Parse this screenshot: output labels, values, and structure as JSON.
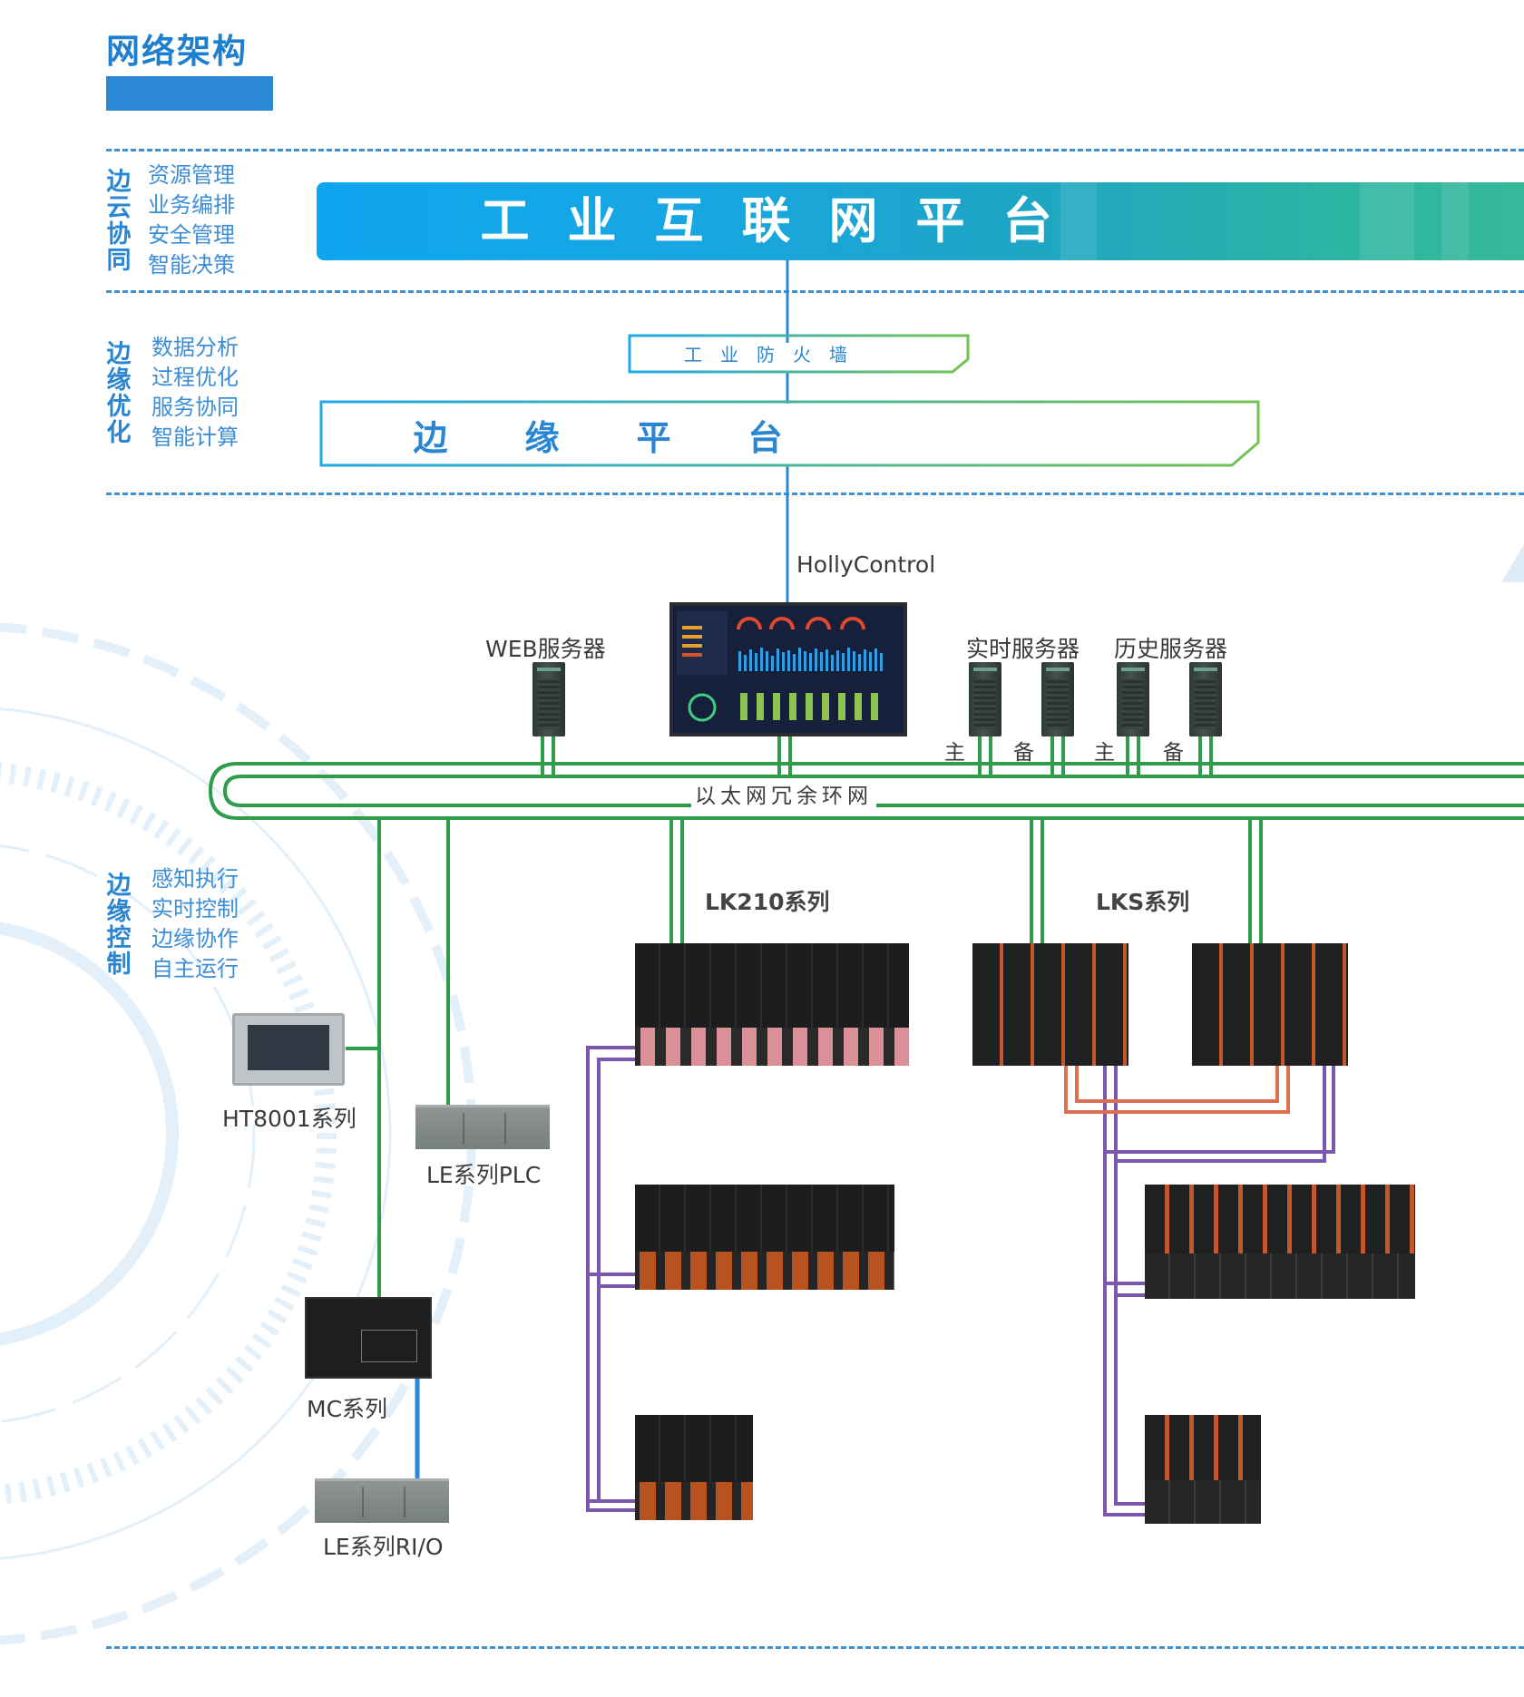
{
  "page": {
    "title": "网络架构"
  },
  "sections": [
    {
      "id": "cloud",
      "vertical_label": "边云协同",
      "items": [
        "资源管理",
        "业务编排",
        "安全管理",
        "智能决策"
      ]
    },
    {
      "id": "edge-opt",
      "vertical_label": "边缘优化",
      "items": [
        "数据分析",
        "过程优化",
        "服务协同",
        "智能计算"
      ]
    },
    {
      "id": "edge-ctrl",
      "vertical_label": "边缘控制",
      "items": [
        "感知执行",
        "实时控制",
        "边缘协作",
        "自主运行"
      ]
    }
  ],
  "platforms": {
    "industrial_internet": "工业互联网平台",
    "firewall": "工业防火墙",
    "edge_platform": "边缘平台"
  },
  "devices": {
    "hollycontrol": "HollyControl",
    "web_server": "WEB服务器",
    "realtime_server": "实时服务器",
    "history_server": "历史服务器",
    "primary": "主",
    "backup": "备",
    "ring_network": "以太网冗余环网",
    "lk210": "LK210系列",
    "lks": "LKS系列",
    "ht8001": "HT8001系列",
    "le_plc": "LE系列PLC",
    "mc": "MC系列",
    "le_rio": "LE系列RI/O"
  },
  "colors": {
    "accent_blue": "#1f7fcf",
    "ethernet_green": "#2f9c4a",
    "fiber_purple": "#7b58ad",
    "redundancy_orange": "#dd7052",
    "link_blue": "#2a88d6"
  }
}
